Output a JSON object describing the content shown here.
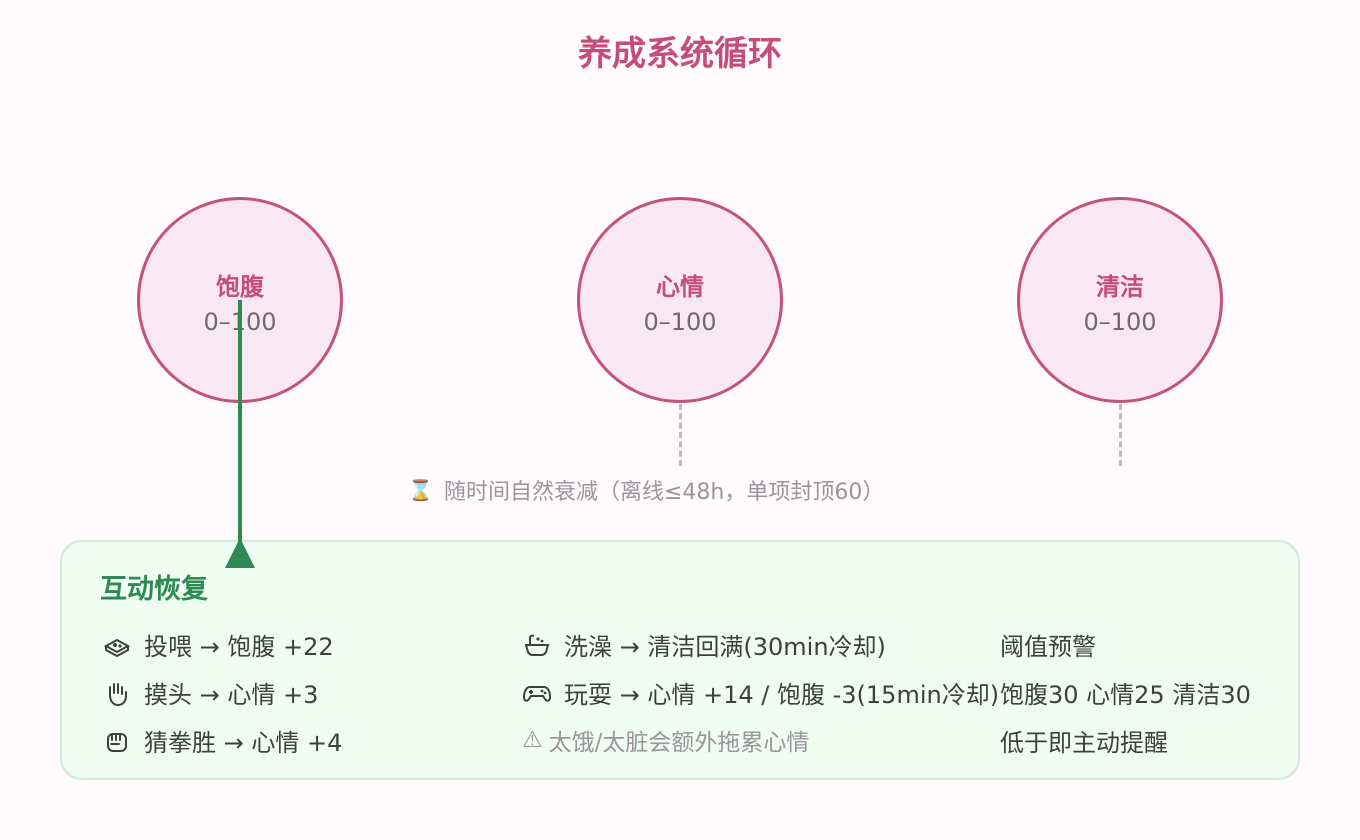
{
  "title": "养成系统循环",
  "stats": [
    {
      "name": "饱腹",
      "range": "0–100"
    },
    {
      "name": "心情",
      "range": "0–100"
    },
    {
      "name": "清洁",
      "range": "0–100"
    }
  ],
  "decay": {
    "icon": "hourglass-icon",
    "text": "随时间自然衰减（离线≤48h，单项封顶60）"
  },
  "panel": {
    "title": "互动恢复",
    "actions_left": [
      {
        "icon": "food-bowl-icon",
        "text": "投喂 → 饱腹 +22"
      },
      {
        "icon": "hand-icon",
        "text": "摸头 → 心情 +3"
      },
      {
        "icon": "fist-icon",
        "text": "猜拳胜 → 心情 +4"
      }
    ],
    "actions_mid": [
      {
        "icon": "bathtub-icon",
        "text": "洗澡 → 清洁回满(30min冷却)"
      },
      {
        "icon": "gamepad-icon",
        "text": "玩耍 → 心情 +14 / 饱腹 -3(15min冷却)"
      }
    ],
    "note": {
      "icon": "warning-icon",
      "text": "太饿/太脏会额外拖累心情"
    },
    "threshold": {
      "title": "阈值预警",
      "values": "饱腹30 心情25 清洁30",
      "desc": "低于即主动提醒"
    }
  },
  "colors": {
    "accent": "#c44d7c",
    "green": "#2e8a55",
    "circle_fill": "#f9e8f1",
    "panel_fill": "#eefcf2"
  }
}
